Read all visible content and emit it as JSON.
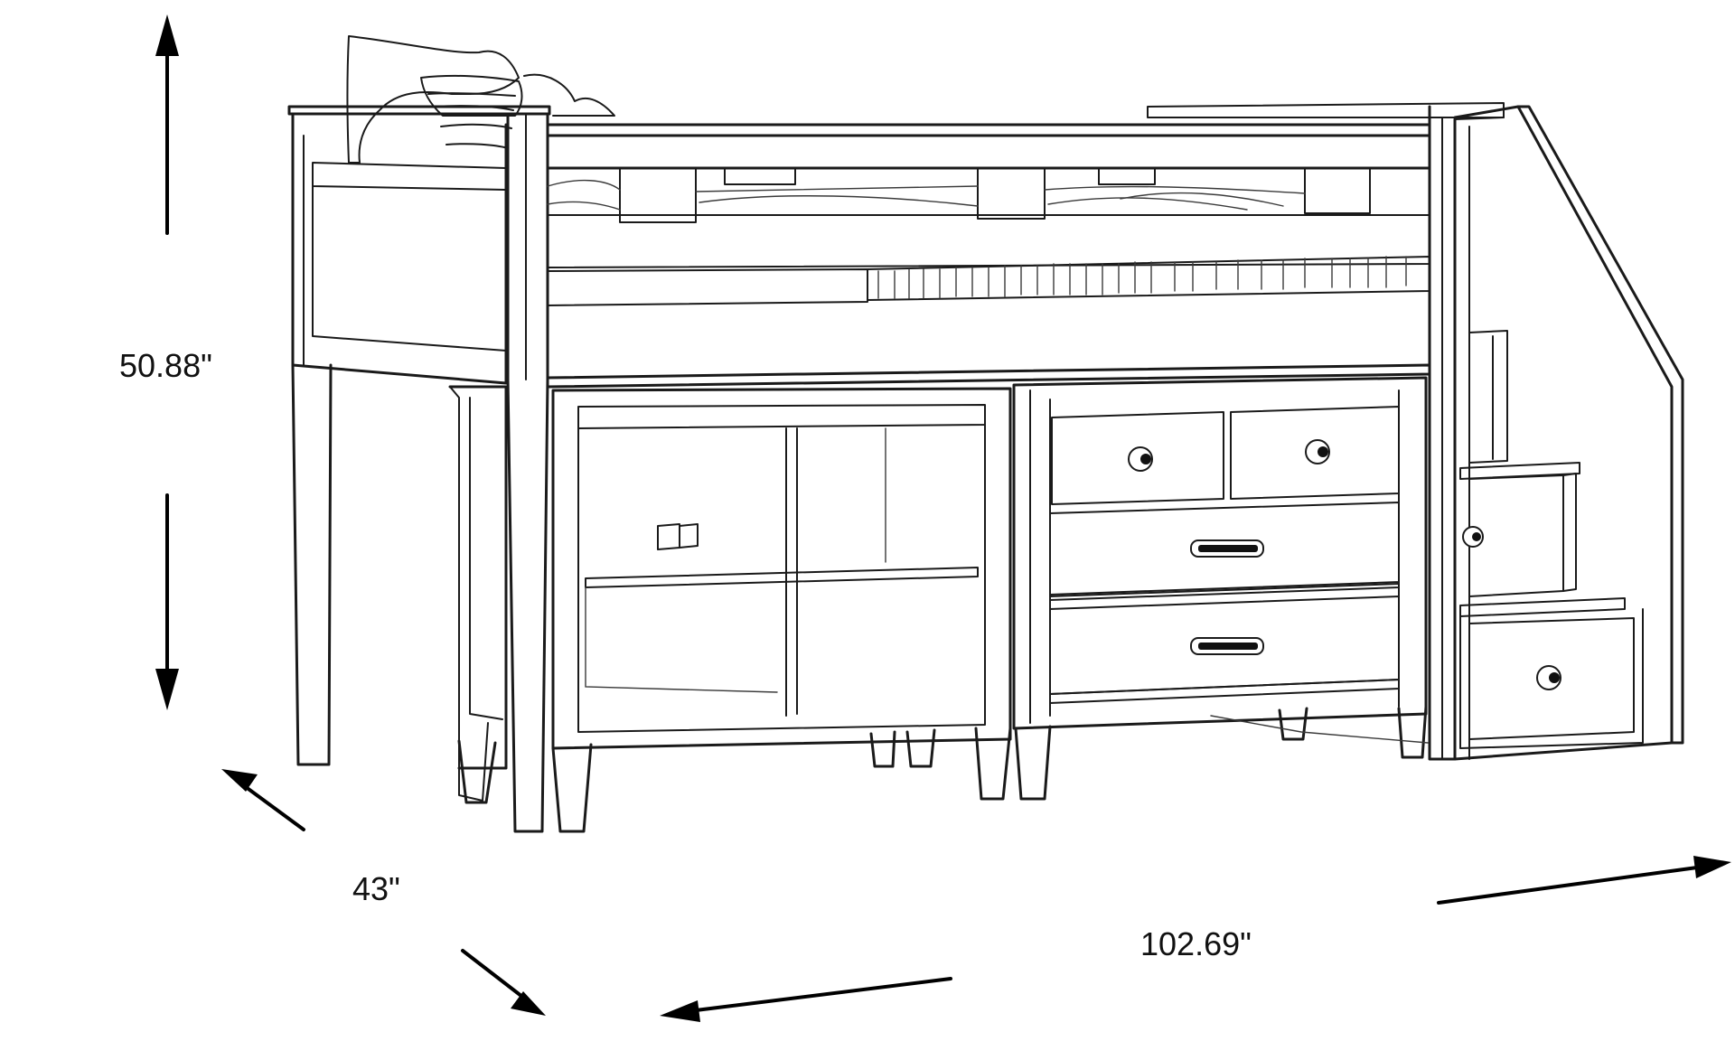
{
  "dimensions": {
    "height": "50.88\"",
    "depth": "43\"",
    "width": "102.69\""
  },
  "colors": {
    "line": "#1a1a1a",
    "background": "#ffffff"
  }
}
